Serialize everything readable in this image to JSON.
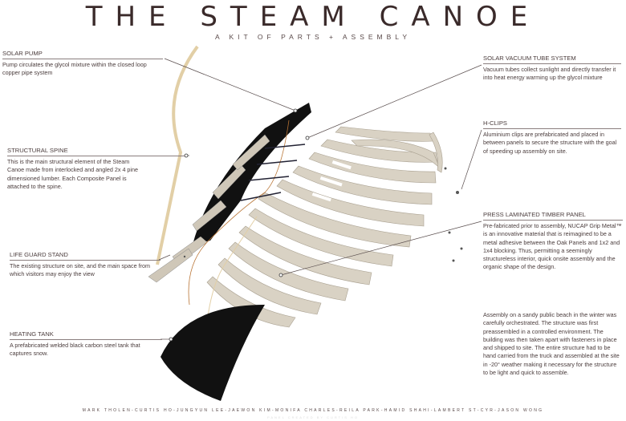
{
  "header": {
    "title": "THE STEAM CANOE",
    "subtitle": "A KIT OF PARTS + ASSEMBLY"
  },
  "notes": {
    "solar_pump": {
      "heading": "SOLAR PUMP",
      "body": "Pump circulates the glycol mixture within the closed loop copper pipe system"
    },
    "structural_spine": {
      "heading": "STRUCTURAL SPINE",
      "body": "This is the main structural element of the Steam Canoe made from interlocked and angled 2x 4 pine dimensioned lumber. Each Composite Panel is attached to the spine."
    },
    "life_guard_stand": {
      "heading": "LIFE GUARD STAND",
      "body": "The existing structure on site, and the main space from which visitors may enjoy the view"
    },
    "heating_tank": {
      "heading": "HEATING TANK",
      "body": "A prefabricated welded black carbon steel tank that captures snow."
    },
    "solar_vacuum": {
      "heading": "SOLAR VACUUM TUBE SYSTEM",
      "body": "Vacuum tubes collect sunlight and directly transfer it into heat energy warming up the glycol mixture"
    },
    "h_clips": {
      "heading": "H-CLIPS",
      "body": "Aluminium clips are prefabricated and placed in between panels to secure the structure with the goal of speeding up assembly on site."
    },
    "timber_panel": {
      "heading": "PRESS LAMINATED TIMBER PANEL",
      "body": "Pre-fabricated prior to assembly, NUCAP Grip Metal™ is an innovative material that is reimagined to be a metal adhesive between the Oak Panels and 1x2 and 1x4 blocking. Thus, permitting a seemingly structureless interior, quick onsite assembly and the organic shape of the design."
    },
    "assembly": {
      "body": "Assembly on a sandy public beach in the winter was carefully orchestrated. The structure was first preassembled in a controlled environment. The building was then taken apart with fasteners in place and shipped to site. The entire structure had to be hand carried from the truck and assembled at the site in -20° weather making it necessary for the structure to be light and quick to assemble."
    }
  },
  "footer": {
    "credits": "MARK THOLEN-CURTIS HO-JUNGYUN LEE-JAEWON KIM-MONIFA CHARLES-REILA PARK-HAMID SHAHI-LAMBERT ST-CYR-JASON WONG",
    "panel_credit": "PANEL CREATED BY CURTIS HO"
  },
  "colors": {
    "text": "#4a3c3c",
    "timber": "#d9d2c4",
    "steel": "#111111",
    "pine": "#e2cfa6",
    "copper": "#b87333"
  }
}
